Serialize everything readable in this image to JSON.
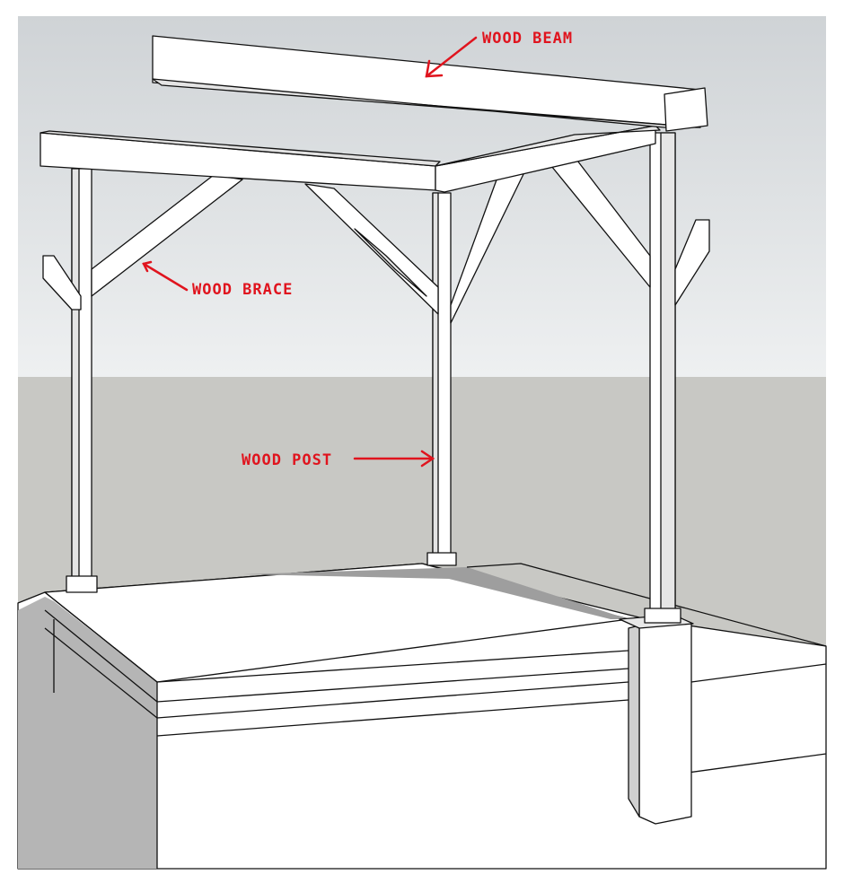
{
  "labels": {
    "beam": "WOOD BEAM",
    "brace": "WOOD BRACE",
    "post": "WOOD POST"
  },
  "colors": {
    "sky": "#d3d6d8",
    "sky_light": "#eef0f1",
    "ground": "#c8c8c4",
    "wood": "#ffffff",
    "shade": "#e6e6e6",
    "dark_shade": "#a8a8a8",
    "line": "#111111",
    "annotation": "#e0141e"
  }
}
